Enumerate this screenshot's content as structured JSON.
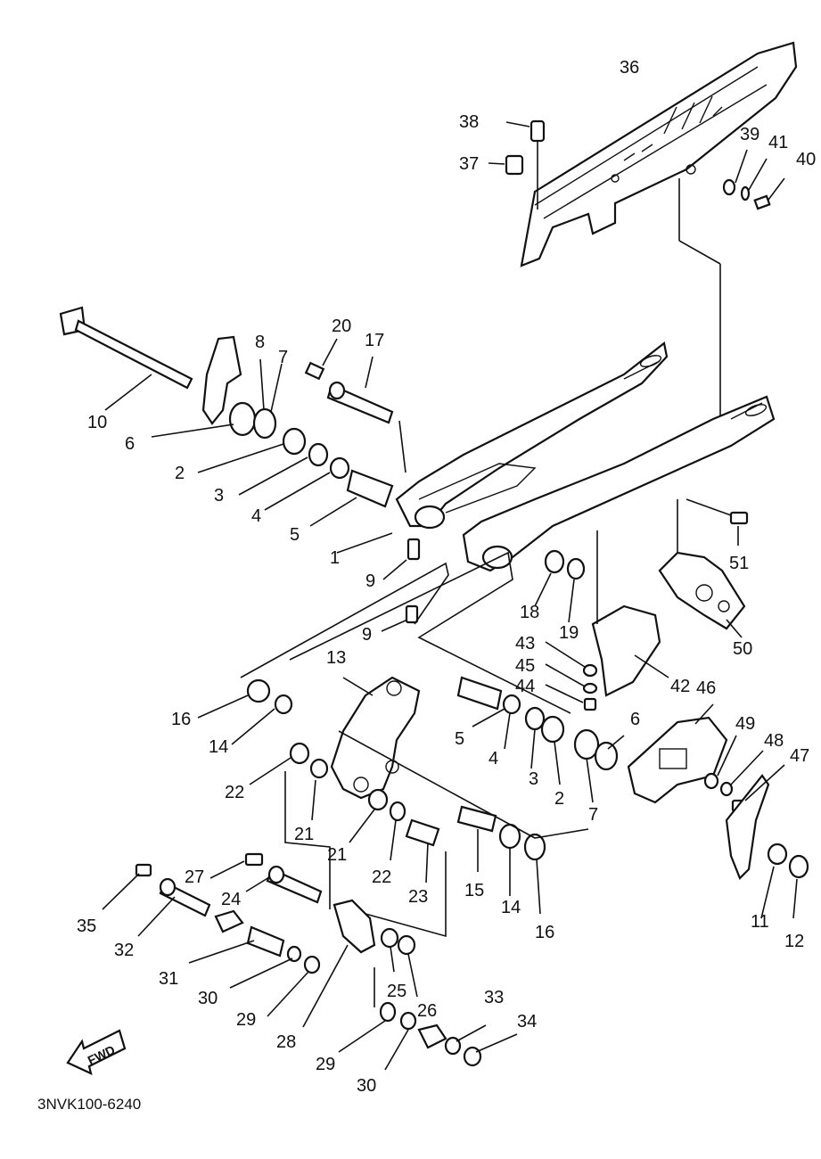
{
  "diagram": {
    "code": "3NVK100-6240",
    "fwd_label": "FWD",
    "callouts": [
      "1",
      "2",
      "3",
      "4",
      "5",
      "6",
      "7",
      "8",
      "9",
      "10",
      "11",
      "12",
      "13",
      "14",
      "15",
      "16",
      "17",
      "18",
      "19",
      "20",
      "21",
      "22",
      "23",
      "24",
      "25",
      "26",
      "27",
      "28",
      "29",
      "30",
      "31",
      "32",
      "33",
      "34",
      "35",
      "36",
      "37",
      "38",
      "39",
      "40",
      "41",
      "42",
      "43",
      "44",
      "45",
      "46",
      "47",
      "48",
      "49",
      "50",
      "51"
    ]
  }
}
